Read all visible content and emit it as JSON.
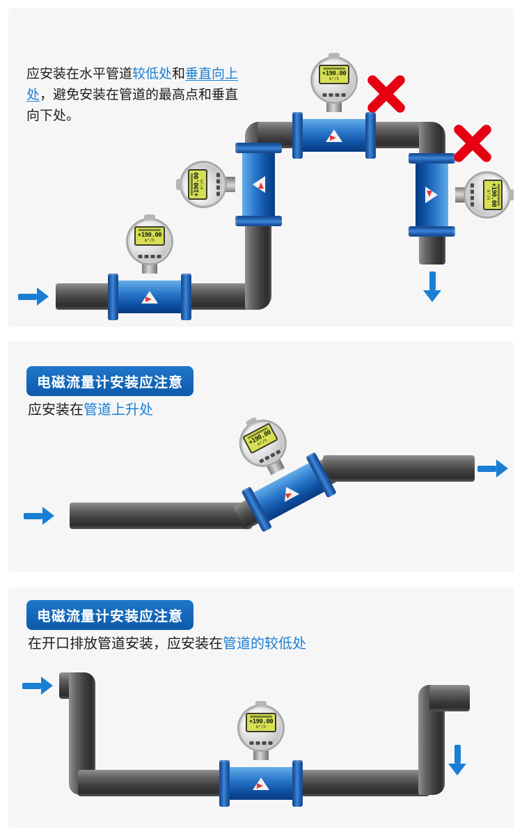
{
  "colors": {
    "accent": "#1a7fd4",
    "badge": "#1f76c9",
    "pipe": "#3d3d3d",
    "cross": "#e60012",
    "meter": "#3c86d8",
    "lcd": "#d8df55"
  },
  "panel1": {
    "note_segments": [
      {
        "text": "应安装在水平管道"
      },
      {
        "text": "较低处",
        "accent": true
      },
      {
        "text": "和"
      },
      {
        "text": "垂直向上处",
        "accent": true,
        "underline": true
      },
      {
        "text": "，避免安装在管道的最高点和垂直向下处。"
      }
    ]
  },
  "panel2": {
    "badge_label": "电磁流量计安装应注意",
    "note_segments": [
      {
        "text": "应安装在"
      },
      {
        "text": "管道上升处",
        "accent": true
      }
    ]
  },
  "panel3": {
    "badge_label": "电磁流量计安装应注意",
    "note_segments": [
      {
        "text": "在开口排放管道安装，应安装在"
      },
      {
        "text": "管道的较低处",
        "accent": true
      }
    ]
  },
  "meter": {
    "lcd_value": "+190.00",
    "lcd_unit": "m³/h"
  }
}
